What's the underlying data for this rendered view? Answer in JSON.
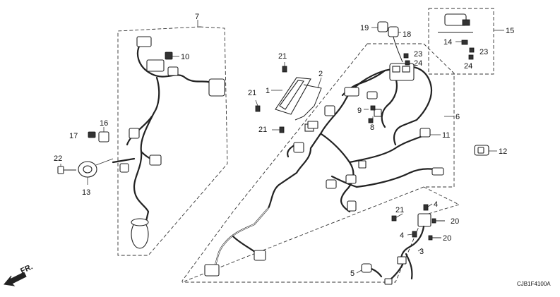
{
  "callouts": {
    "c1": "1",
    "c2": "2",
    "c3": "3",
    "c4a": "4",
    "c4b": "4",
    "c5": "5",
    "c6": "6",
    "c7": "7",
    "c8": "8",
    "c9": "9",
    "c10": "10",
    "c11": "11",
    "c12": "12",
    "c13": "13",
    "c14": "14",
    "c15": "15",
    "c16": "16",
    "c17": "17",
    "c18": "18",
    "c19": "19",
    "c20a": "20",
    "c20b": "20",
    "c21a": "21",
    "c21b": "21",
    "c21c": "21",
    "c21d": "21",
    "c22": "22",
    "c23a": "23",
    "c23b": "23",
    "c24a": "24",
    "c24b": "24"
  },
  "direction_label": "FR.",
  "reference_code": "CJB1F4100A",
  "icons": {
    "front_arrow": "arrow-left-down-icon"
  }
}
